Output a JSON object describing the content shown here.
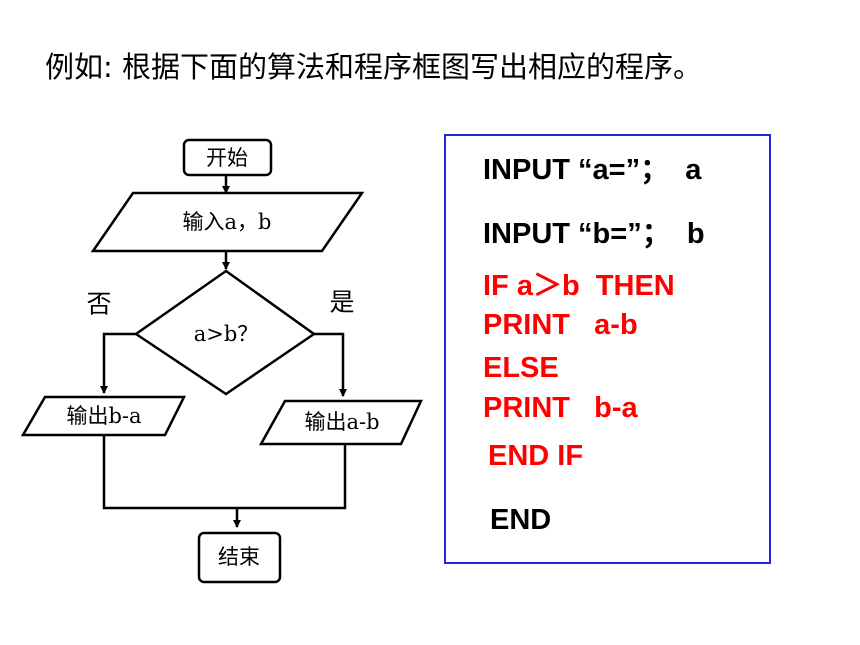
{
  "heading": "例如: 根据下面的算法和程序框图写出相应的程序。",
  "flowchart": {
    "start": "开始",
    "input": "输入a，b",
    "condition": "a>b？",
    "no_label": "否",
    "yes_label": "是",
    "output_no": "输出b-a",
    "output_yes": "输出a-b",
    "end": "结束"
  },
  "colors": {
    "code_black": "#000000",
    "code_red": "#ff0000",
    "box_border": "#2424d8"
  },
  "code": [
    {
      "text": "INPUT “a=”；  a",
      "color": "#000000"
    },
    {
      "text": "INPUT “b=”；  b",
      "color": "#000000"
    },
    {
      "text": "IF a＞b  THEN",
      "color": "#ff0000"
    },
    {
      "text": "PRINT   a-b",
      "color": "#ff0000"
    },
    {
      "text": "ELSE",
      "color": "#ff0000"
    },
    {
      "text": "PRINT   b-a",
      "color": "#ff0000"
    },
    {
      "text": "END IF",
      "color": "#ff0000"
    },
    {
      "text": "END",
      "color": "#000000"
    }
  ]
}
